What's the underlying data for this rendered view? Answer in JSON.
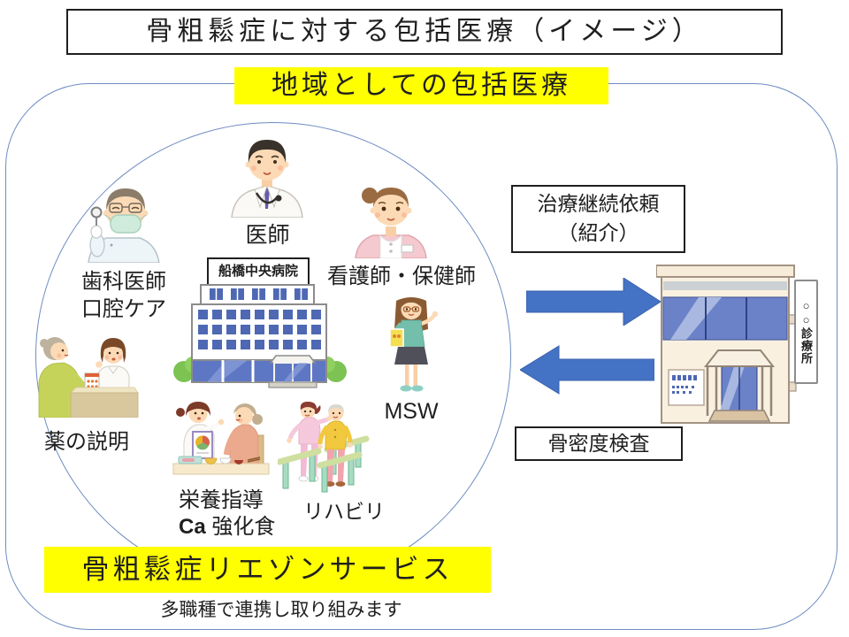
{
  "title": "骨粗鬆症に対する包括医療（イメージ）",
  "region": {
    "label": "地域としての包括医療"
  },
  "liaison": {
    "label": "骨粗鬆症リエゾンサービス",
    "note": "多職種で連携し取り組みます"
  },
  "hospital": {
    "sign": "船橋中央病院"
  },
  "clinic": {
    "sign": "○○診療所"
  },
  "referral": {
    "line1": "治療継続依頼",
    "line2": "（紹介）"
  },
  "bone_density": {
    "label": "骨密度検査"
  },
  "team": {
    "doctor": {
      "label": "医師",
      "icon": "doctor-icon"
    },
    "dentist": {
      "line1": "歯科医師",
      "line2": "口腔ケア",
      "icon": "dentist-icon"
    },
    "nurse": {
      "label": "看護師・保健師",
      "icon": "nurse-icon"
    },
    "msw": {
      "label": "MSW",
      "icon": "social-worker-icon"
    },
    "pharmacy": {
      "label": "薬の説明",
      "icon": "pharmacist-counseling-icon"
    },
    "nutrition": {
      "line1": "栄養指導",
      "line2_ca": "Ca",
      "line2_rest": " 強化食",
      "icon": "nutrition-guidance-icon"
    },
    "rehab": {
      "label": "リハビリ",
      "icon": "rehabilitation-icon"
    }
  },
  "colors": {
    "highlight_yellow": "#FFFF00",
    "arrow_blue": "#4472C4",
    "boundary_blue": "#6E8CC1",
    "window_blue": "#4E68B4",
    "clinic_cream": "#FAF0E0"
  }
}
